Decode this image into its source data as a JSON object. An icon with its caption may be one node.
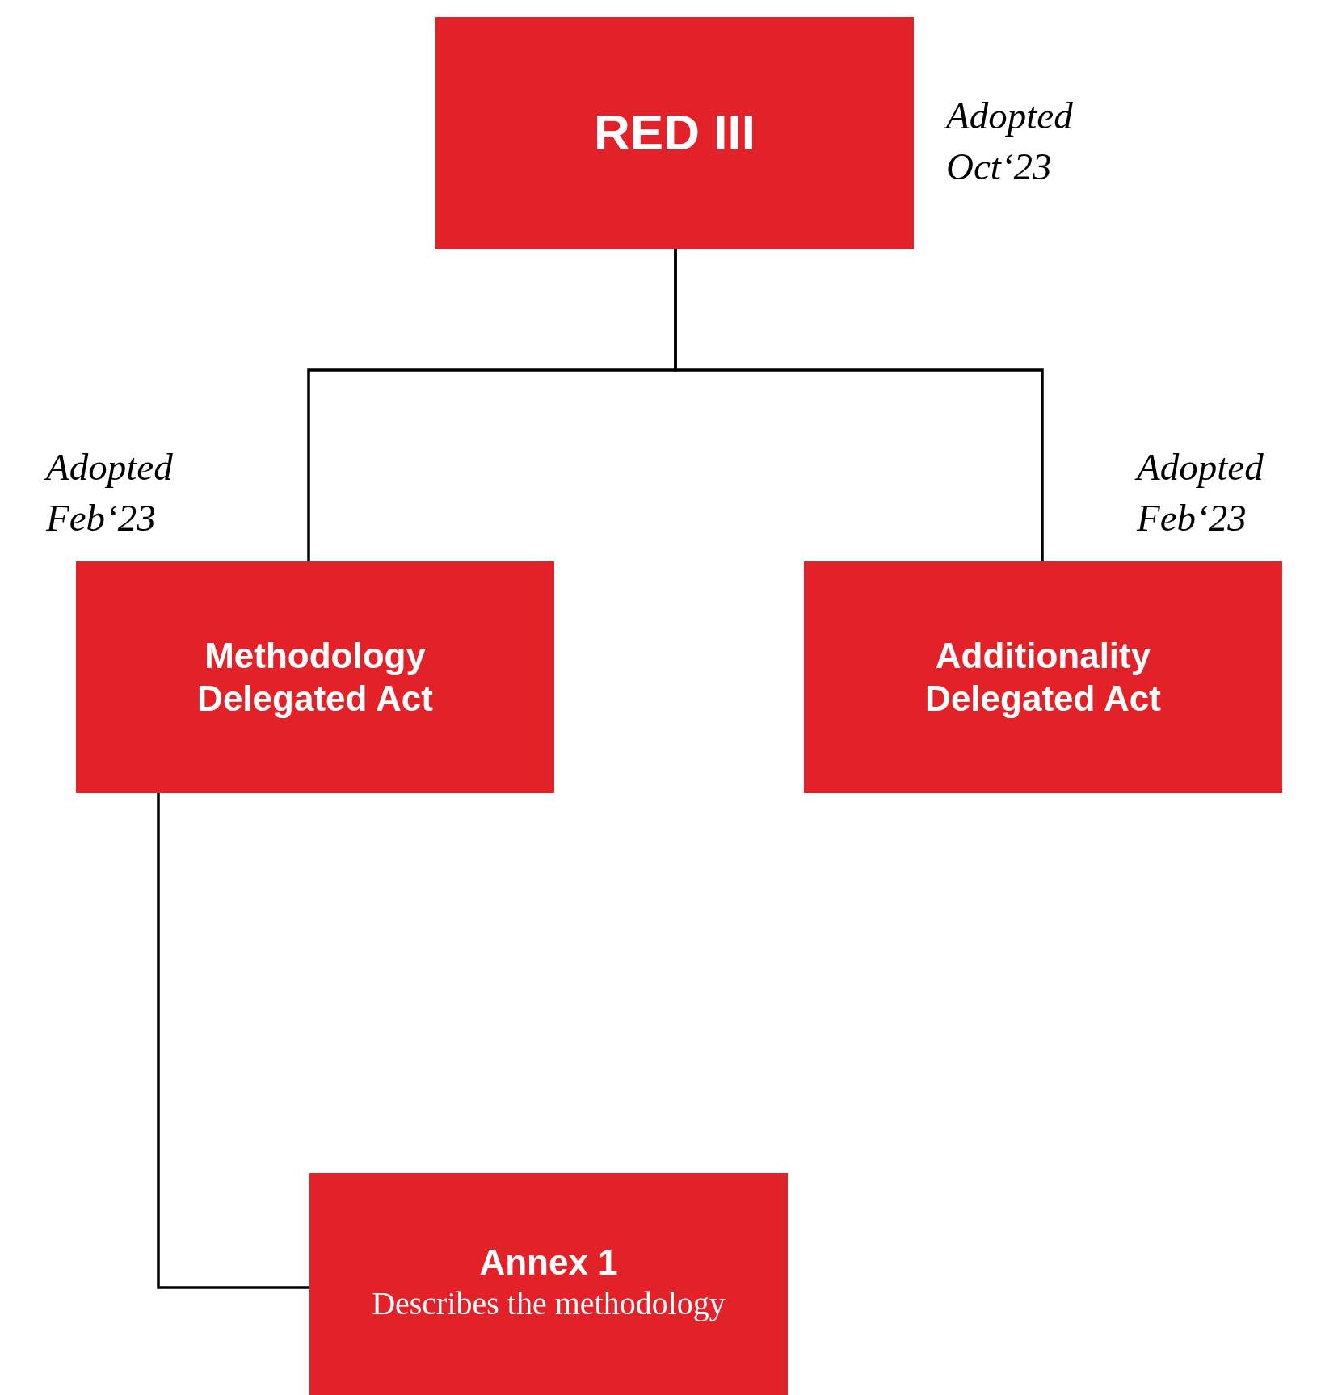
{
  "diagram": {
    "nodes": [
      {
        "text": [
          "RED III"
        ],
        "beside": [
          "Adopted Oct‘23"
        ]
      },
      {
        "text": [
          "Methodology Delegated Act"
        ],
        "beside": [
          "Adopted Feb‘23"
        ]
      },
      {
        "text": [
          "Additionality Delegated Act"
        ],
        "beside": [
          "Adopted Feb‘23"
        ]
      },
      {
        "text": [
          "Annex 1",
          "Describes the methodology"
        ]
      }
    ],
    "edges": [
      {
        "from": 0,
        "to": 1,
        "arrow": "none"
      },
      {
        "from": 0,
        "to": 2,
        "arrow": "none"
      },
      {
        "from": 1,
        "to": 3,
        "arrow": "none"
      }
    ]
  }
}
